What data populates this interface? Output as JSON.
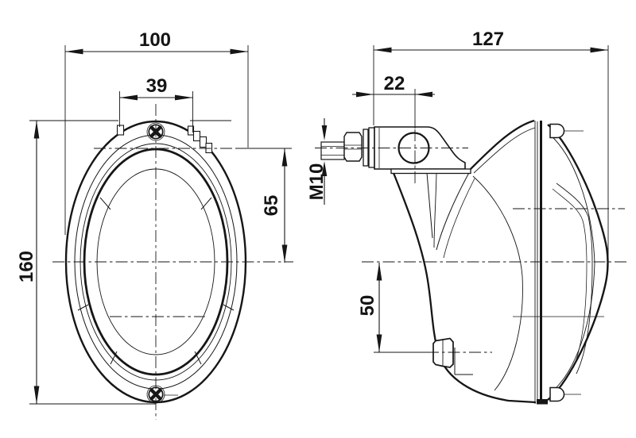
{
  "drawing": {
    "background_color": "#ffffff",
    "line_color": "#161616",
    "front_view": {
      "dim_width": "100",
      "dim_tab_width": "39",
      "dim_height": "160",
      "dim_stud_to_axis": "65"
    },
    "side_view": {
      "dim_depth": "127",
      "dim_stud_offset": "22",
      "dim_thread": "M10",
      "dim_axis_to_grommet": "50"
    }
  }
}
